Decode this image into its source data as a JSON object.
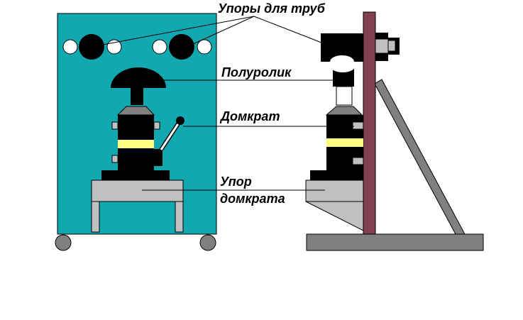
{
  "labels": {
    "pipe_stops": "Упоры для труб",
    "half_roller": "Полуролик",
    "jack": "Домкрат",
    "jack_stop_line1": "Упор",
    "jack_stop_line2": "домкрата"
  },
  "colors": {
    "panel": "#12a8b0",
    "black": "#000000",
    "white": "#ffffff",
    "grey": "#c0c0c0",
    "dark_grey": "#808080",
    "yellow": "#ffff80",
    "post": "#804050"
  }
}
